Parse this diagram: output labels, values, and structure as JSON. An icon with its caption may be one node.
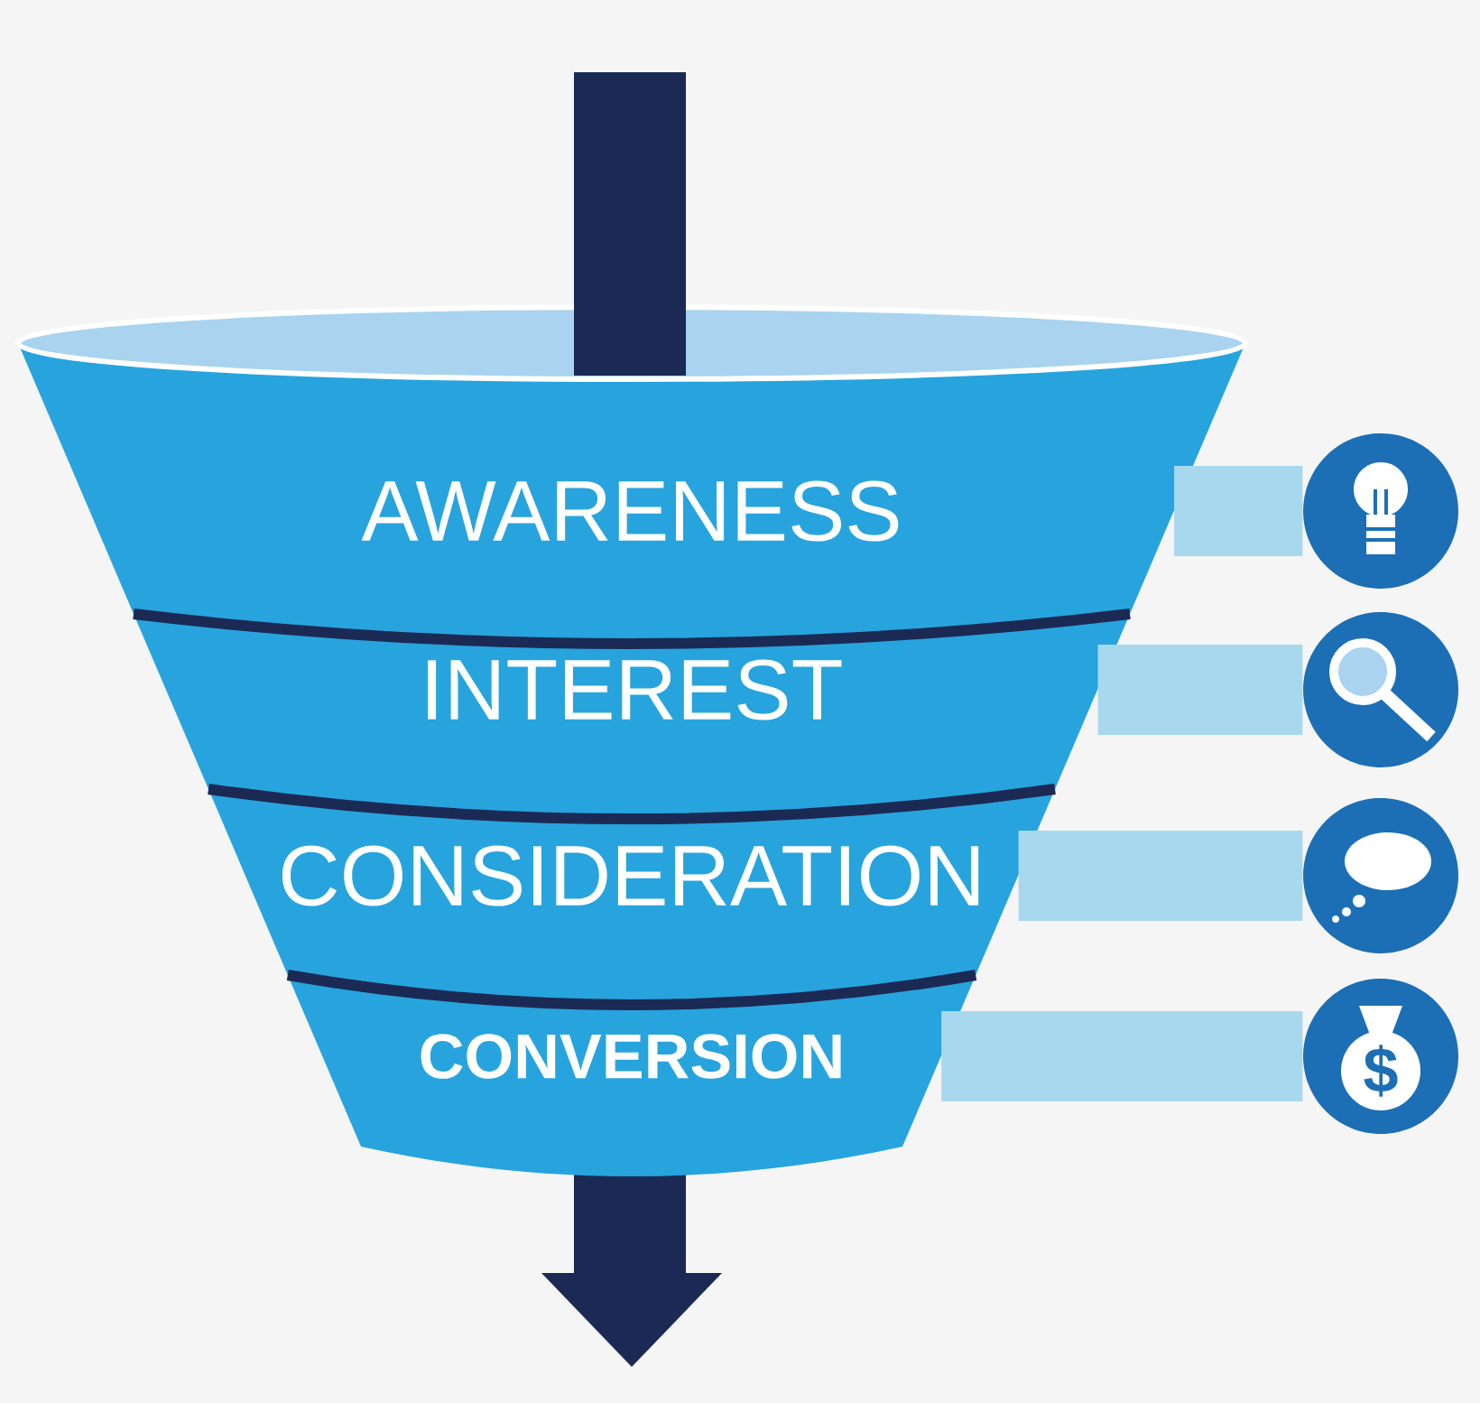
{
  "diagram": {
    "nodes": [
      {
        "text": [
          "AWARENESS"
        ]
      },
      {
        "text": [
          "INTEREST"
        ]
      },
      {
        "text": [
          "CONSIDERATION"
        ]
      },
      {
        "text": [
          "CONVERSION"
        ]
      },
      {
        "text": [],
        "shape": "circle"
      },
      {
        "text": [],
        "shape": "circle"
      },
      {
        "text": [],
        "shape": "circle"
      },
      {
        "text": [],
        "shape": "circle"
      }
    ],
    "edges": [
      {
        "from": 0,
        "to": 4,
        "arrow": "none"
      },
      {
        "from": 1,
        "to": 5,
        "arrow": "none"
      },
      {
        "from": 2,
        "to": 6,
        "arrow": "none"
      },
      {
        "from": 3,
        "to": 7,
        "arrow": "none"
      }
    ],
    "labels": [
      "$"
    ]
  }
}
